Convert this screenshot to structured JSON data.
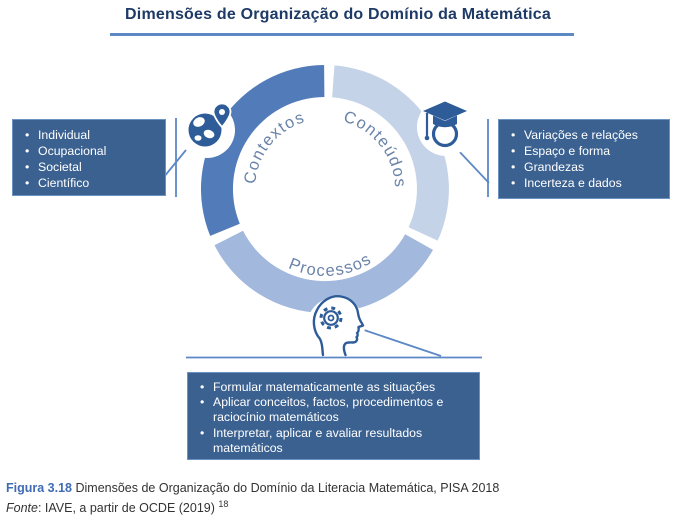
{
  "title": "Dimensões de Organização do Domínio da Matemática",
  "ring": {
    "segments": [
      {
        "label": "Contextos",
        "color": "#527CB9"
      },
      {
        "label": "Conteúdos",
        "color": "#C5D3E8"
      },
      {
        "label": "Processos",
        "color": "#A2B8DC"
      }
    ],
    "label_color": "#6A83A9"
  },
  "icons": {
    "contextos": "globe-location-icon",
    "conteudos": "graduate-cap-icon",
    "processos": "head-gear-icon"
  },
  "boxes": {
    "contextos": {
      "items": [
        "Individual",
        "Ocupacional",
        "Societal",
        "Científico"
      ]
    },
    "conteudos": {
      "items": [
        "Variações e relações",
        "Espaço e forma",
        "Grandezas",
        "Incerteza e dados"
      ]
    },
    "processos": {
      "items": [
        "Formular matematicamente as situações",
        "Aplicar conceitos, factos, procedimentos e raciocínio matemáticos",
        "Interpretar, aplicar e avaliar resultados matemáticos"
      ]
    }
  },
  "caption": {
    "figure_label": "Figura 3.18",
    "figure_text": "Dimensões de Organização do Domínio da Literacia Matemática, PISA 2018",
    "source_prefix": "Fonte",
    "source_text": ": IAVE, a partir de OCDE (2019)",
    "source_superscript": "18"
  },
  "colors": {
    "title": "#1E3A66",
    "underline": "#5C88C6",
    "box_fill": "#3B6191",
    "box_border": "#6B92C1",
    "icon_blue": "#2E5C99",
    "caption_accent": "#3F6BB4"
  }
}
